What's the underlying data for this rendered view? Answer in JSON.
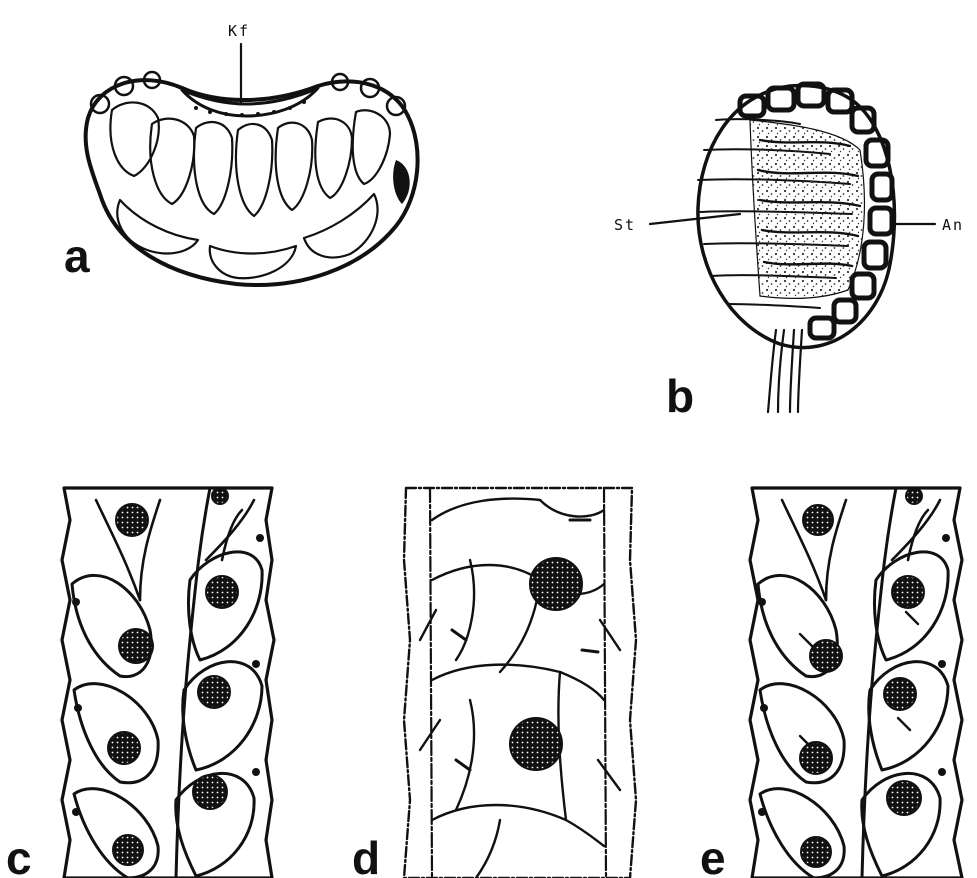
{
  "figure": {
    "panels": [
      {
        "id": "a",
        "letter": "a",
        "callouts": [
          {
            "text": "Kf"
          }
        ]
      },
      {
        "id": "b",
        "letter": "b",
        "callouts": [
          {
            "text": "St"
          },
          {
            "text": "An"
          }
        ]
      },
      {
        "id": "c",
        "letter": "c",
        "callouts": []
      },
      {
        "id": "d",
        "letter": "d",
        "callouts": []
      },
      {
        "id": "e",
        "letter": "e",
        "callouts": []
      }
    ]
  },
  "colors": {
    "ink": "#111111",
    "paper": "#ffffff",
    "stipple": "#444444"
  }
}
